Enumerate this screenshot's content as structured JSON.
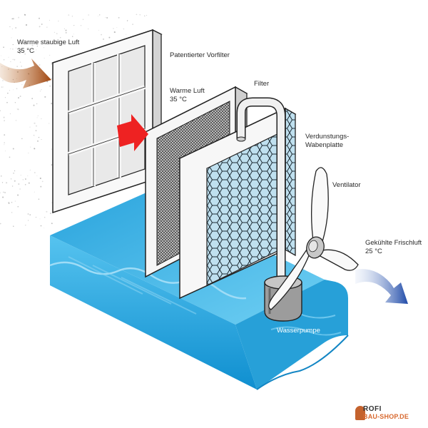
{
  "labels": {
    "warm_dusty_air": "Warme staubige Luft",
    "warm_dusty_air_temp": "35 °C",
    "prefilter": "Patentierter Vorfilter",
    "warm_air": "Warme Luft",
    "warm_air_temp": "35 °C",
    "filter": "Filter",
    "evap_line1": "Verdunstungs-",
    "evap_line2": "Wabenplatte",
    "fan": "Ventilator",
    "cooled_air": "Gekühlte Frischluft",
    "cooled_air_temp": "25 °C",
    "water_pump": "Wasserpumpe"
  },
  "logo": {
    "top": "ROFI",
    "bottom": "BAU-SHOP.DE"
  },
  "colors": {
    "warm_arrow": "#a0450f",
    "hot_arrow": "#ee2222",
    "cool_arrow": "#1f4aa8",
    "water": "#2ba7e0",
    "honeycomb": "#bfe0ef",
    "logo_orange": "#d8692f"
  }
}
